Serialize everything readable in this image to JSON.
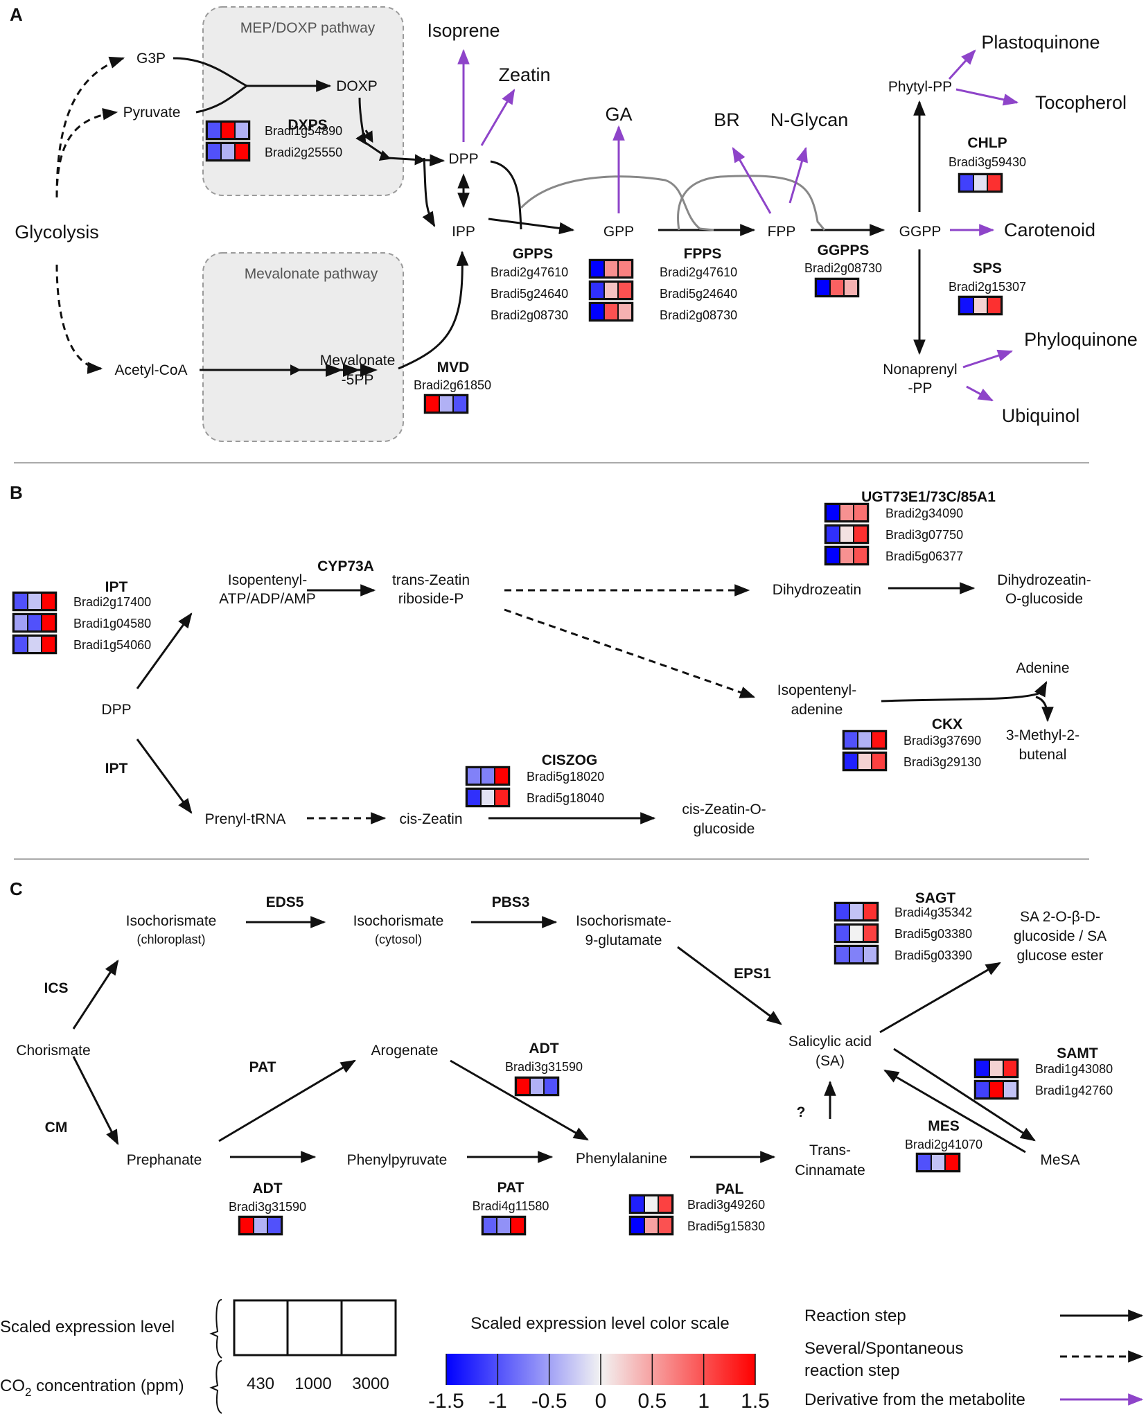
{
  "colors": {
    "reaction": "#111111",
    "derivative": "#8e44c9",
    "module_fill": "#ececec",
    "module_border": "#9a9a9a",
    "scale_low": "#0000ff",
    "scale_mid": "#f2f2f2",
    "scale_high": "#ff0000"
  },
  "panels": {
    "A": {
      "letter": "A",
      "modules": {
        "mep": "MEP/DOXP pathway",
        "mva": "Mevalonate pathway"
      },
      "metabolites": {
        "g3p": "G3P",
        "pyruvate": "Pyruvate",
        "glycolysis": "Glycolysis",
        "doxp": "DOXP",
        "dpp": "DPP",
        "ipp": "IPP",
        "acetylcoa": "Acetyl-CoA",
        "mevalonate1": "Mevalonate",
        "mevalonate2": "-5PP",
        "gpp": "GPP",
        "fpp": "FPP",
        "ggpp": "GGPP",
        "phytylpp": "Phytyl-PP",
        "nonaprenyl1": "Nonaprenyl",
        "nonaprenyl2": "-PP"
      },
      "derivatives": {
        "isoprene": "Isoprene",
        "zeatin": "Zeatin",
        "ga": "GA",
        "br": "BR",
        "nglycan": "N-Glycan",
        "plastoquinone": "Plastoquinone",
        "tocopherol": "Tocopherol",
        "carotenoid": "Carotenoid",
        "phyloquinone": "Phyloquinone",
        "ubiquinol": "Ubiquinol"
      },
      "enzymes": {
        "dxps": {
          "name": "DXPS",
          "genes": [
            {
              "id": "Bradi1g54890",
              "levels": [
                -1.0,
                1.5,
                -0.4
              ]
            },
            {
              "id": "Bradi2g25550",
              "levels": [
                -1.0,
                -0.4,
                1.5
              ]
            }
          ]
        },
        "mvd": {
          "name": "MVD",
          "genes": [
            {
              "id": "Bradi2g61850",
              "levels": [
                1.5,
                -0.4,
                -1.0
              ]
            }
          ]
        },
        "gpps": {
          "name": "GPPS",
          "genes": [
            {
              "id": "Bradi2g47610",
              "levels": [
                -1.5,
                0.6,
                0.7
              ]
            },
            {
              "id": "Bradi5g24640",
              "levels": [
                -1.2,
                0.3,
                1.0
              ]
            },
            {
              "id": "Bradi2g08730",
              "levels": [
                -1.5,
                1.0,
                0.4
              ]
            }
          ]
        },
        "fpps": {
          "name": "FPPS",
          "gene_labels": [
            "Bradi2g47610",
            "Bradi5g24640",
            "Bradi2g08730"
          ]
        },
        "ggpps": {
          "name": "GGPPS",
          "genes": [
            {
              "id": "Bradi2g08730",
              "levels": [
                -1.5,
                0.9,
                0.4
              ]
            }
          ]
        },
        "chlp": {
          "name": "CHLP",
          "genes": [
            {
              "id": "Bradi3g59430",
              "levels": [
                -1.1,
                -0.1,
                1.2
              ]
            }
          ]
        },
        "sps": {
          "name": "SPS",
          "genes": [
            {
              "id": "Bradi2g15307",
              "levels": [
                -1.4,
                0.2,
                1.2
              ]
            }
          ]
        }
      }
    },
    "B": {
      "letter": "B",
      "metabolites": {
        "iso1": "Isopentenyl-",
        "iso2": "ATP/ADP/AMP",
        "tzr1": "trans-Zeatin",
        "tzr2": "riboside-P",
        "dhz": "Dihydrozeatin",
        "dhzg1": "Dihydrozeatin-",
        "dhzg2": "O-glucoside",
        "dpp": "DPP",
        "ipa1": "Isopentenyl-",
        "ipa2": "adenine",
        "adenine": "Adenine",
        "mb1": "3-Methyl-2-",
        "mb2": "butenal",
        "prenyl": "Prenyl-tRNA",
        "ciszeatin": "cis-Zeatin",
        "czg1": "cis-Zeatin-O-",
        "czg2": "glucoside"
      },
      "enzymes": {
        "cyp": {
          "name": "CYP73A"
        },
        "ipt_lower": {
          "name": "IPT"
        },
        "ipt": {
          "name": "IPT",
          "genes": [
            {
              "id": "Bradi2g17400",
              "levels": [
                -1.0,
                -0.3,
                1.5
              ]
            },
            {
              "id": "Bradi1g04580",
              "levels": [
                -0.5,
                -1.0,
                1.5
              ]
            },
            {
              "id": "Bradi1g54060",
              "levels": [
                -1.0,
                -0.2,
                1.5
              ]
            }
          ]
        },
        "ugt": {
          "name": "UGT73E1/73C/85A1",
          "genes": [
            {
              "id": "Bradi2g34090",
              "levels": [
                -1.5,
                0.6,
                0.8
              ]
            },
            {
              "id": "Bradi3g07750",
              "levels": [
                -1.2,
                0.1,
                1.2
              ]
            },
            {
              "id": "Bradi5g06377",
              "levels": [
                -1.5,
                0.6,
                1.0
              ]
            }
          ]
        },
        "ckx": {
          "name": "CKX",
          "genes": [
            {
              "id": "Bradi3g37690",
              "levels": [
                -1.0,
                -0.4,
                1.4
              ]
            },
            {
              "id": "Bradi3g29130",
              "levels": [
                -1.3,
                0.2,
                1.1
              ]
            }
          ]
        },
        "ciszog": {
          "name": "CISZOG",
          "genes": [
            {
              "id": "Bradi5g18020",
              "levels": [
                -0.7,
                -0.7,
                1.5
              ]
            },
            {
              "id": "Bradi5g18040",
              "levels": [
                -1.2,
                -0.1,
                1.3
              ]
            }
          ]
        }
      }
    },
    "C": {
      "letter": "C",
      "metabolites": {
        "isoch_cp": "Isochorismate",
        "cp": "(chloroplast)",
        "isoch_cy": "Isochorismate",
        "cy": "(cytosol)",
        "isoch9_1": "Isochorismate-",
        "isoch9_2": "9-glutamate",
        "sag1": "SA 2-O-β-D-",
        "sag2": "glucoside / SA",
        "sag3": "glucose ester",
        "chorismate": "Chorismate",
        "arogenate": "Arogenate",
        "sa1": "Salicylic acid",
        "sa2": "(SA)",
        "prephenate": "Prephanate",
        "phenylpyruvate": "Phenylpyruvate",
        "phenylalanine": "Phenylalanine",
        "tc1": "Trans-",
        "tc2": "Cinnamate",
        "mesa": "MeSA"
      },
      "enzymes": {
        "eds5": {
          "name": "EDS5"
        },
        "pbs3": {
          "name": "PBS3"
        },
        "ics": {
          "name": "ICS"
        },
        "eps1": {
          "name": "EPS1"
        },
        "pat_up": {
          "name": "PAT"
        },
        "cm": {
          "name": "CM"
        },
        "unknown": {
          "name": "?"
        },
        "sagt": {
          "name": "SAGT",
          "genes": [
            {
              "id": "Bradi4g35342",
              "levels": [
                -1.1,
                -0.3,
                1.2
              ]
            },
            {
              "id": "Bradi5g03380",
              "levels": [
                -1.0,
                0.0,
                1.1
              ]
            },
            {
              "id": "Bradi5g03390",
              "levels": [
                -0.9,
                -0.7,
                -0.4
              ]
            }
          ]
        },
        "adt_up": {
          "name": "ADT",
          "genes": [
            {
              "id": "Bradi3g31590",
              "levels": [
                1.5,
                -0.4,
                -1.0
              ]
            }
          ]
        },
        "samt": {
          "name": "SAMT",
          "genes": [
            {
              "id": "Bradi1g43080",
              "levels": [
                -1.4,
                0.2,
                1.3
              ]
            },
            {
              "id": "Bradi1g42760",
              "levels": [
                -1.1,
                1.5,
                -0.3
              ]
            }
          ]
        },
        "mes": {
          "name": "MES",
          "genes": [
            {
              "id": "Bradi2g41070",
              "levels": [
                -1.0,
                -0.3,
                1.5
              ]
            }
          ]
        },
        "adt_low": {
          "name": "ADT",
          "genes": [
            {
              "id": "Bradi3g31590",
              "levels": [
                1.5,
                -0.4,
                -1.0
              ]
            }
          ]
        },
        "pat_low": {
          "name": "PAT",
          "genes": [
            {
              "id": "Bradi4g11580",
              "levels": [
                -0.9,
                -0.6,
                1.5
              ]
            }
          ]
        },
        "pal": {
          "name": "PAL",
          "genes": [
            {
              "id": "Bradi3g49260",
              "levels": [
                -1.3,
                0.0,
                1.1
              ]
            },
            {
              "id": "Bradi5g15830",
              "levels": [
                -1.5,
                0.5,
                1.0
              ]
            }
          ]
        }
      }
    }
  },
  "legend": {
    "scaled_label": "Scaled expression level",
    "co2_label_main": "CO",
    "co2_label_sub": "2",
    "co2_label_rest": " concentration (ppm)",
    "co2_values": [
      "430",
      "1000",
      "3000"
    ],
    "colorscale_title": "Scaled expression level color scale",
    "colorscale_ticks": [
      "-1.5",
      "-1",
      "-0.5",
      "0",
      "0.5",
      "1",
      "1.5"
    ],
    "colorscale_range": [
      -1.5,
      1.5
    ],
    "reaction_step": "Reaction step",
    "several_1": "Several/Spontaneous",
    "several_2": "reaction step",
    "derivative": "Derivative from the metabolite"
  }
}
